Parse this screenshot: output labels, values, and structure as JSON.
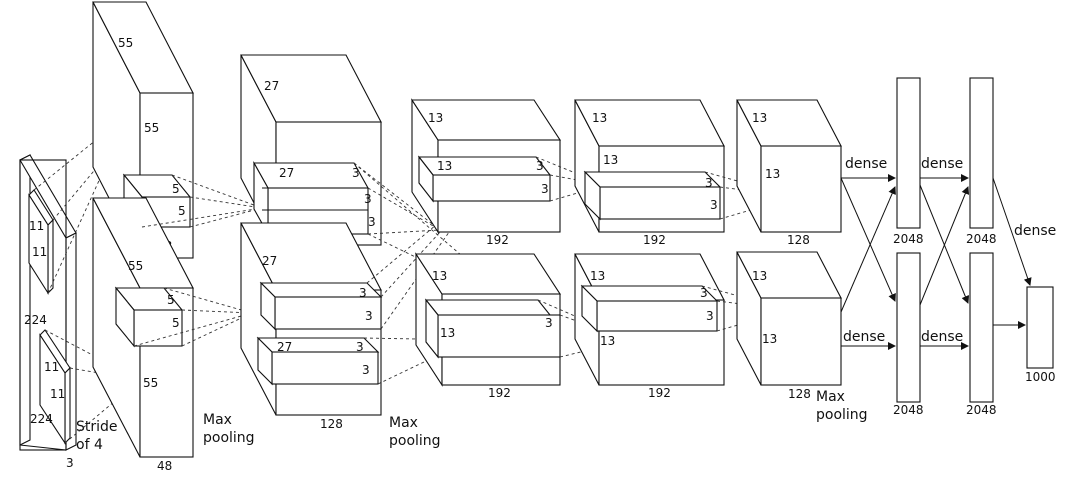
{
  "input": {
    "h": "224",
    "w": "224",
    "c": "3",
    "k1": "11",
    "k2": "11",
    "k3": "11",
    "k4": "11",
    "stride": "Stride",
    "stride2": "of 4"
  },
  "conv1": {
    "top": "55",
    "d": "55",
    "k1": "5",
    "k2": "5",
    "out": "48",
    "bot_h": "55",
    "bot_d": "55",
    "bk1": "5",
    "bk2": "5",
    "bot_out": "48"
  },
  "conv2": {
    "top": "27",
    "k27": "27",
    "k3a": "3",
    "k3b": "3",
    "k3c": "3",
    "out": "128",
    "bot": "27",
    "bk27": "27",
    "bk3a": "3",
    "bk3b": "3",
    "bk3c": "3",
    "bk3d": "3",
    "bot_out": "128"
  },
  "conv3": {
    "top": "13",
    "k13": "13",
    "k3a": "3",
    "k3b": "3",
    "out": "192",
    "bot": "13",
    "bk13": "13",
    "bk3": "3",
    "bot_out": "192"
  },
  "conv4": {
    "top": "13",
    "k13": "13",
    "k3a": "3",
    "k3b": "3",
    "out": "192",
    "bot": "13",
    "bk13": "13",
    "bk3a": "3",
    "bk3b": "3",
    "bot_out": "192"
  },
  "conv5": {
    "top": "13",
    "k13": "13",
    "out": "128",
    "bot": "13",
    "bk13": "13",
    "bot_out": "128"
  },
  "fc": {
    "fc6_top": "2048",
    "fc6_bot": "2048",
    "fc7_top": "2048",
    "fc7_bot": "2048",
    "out": "1000"
  },
  "labels": {
    "dense": "dense",
    "max": "Max",
    "pooling": "pooling"
  }
}
